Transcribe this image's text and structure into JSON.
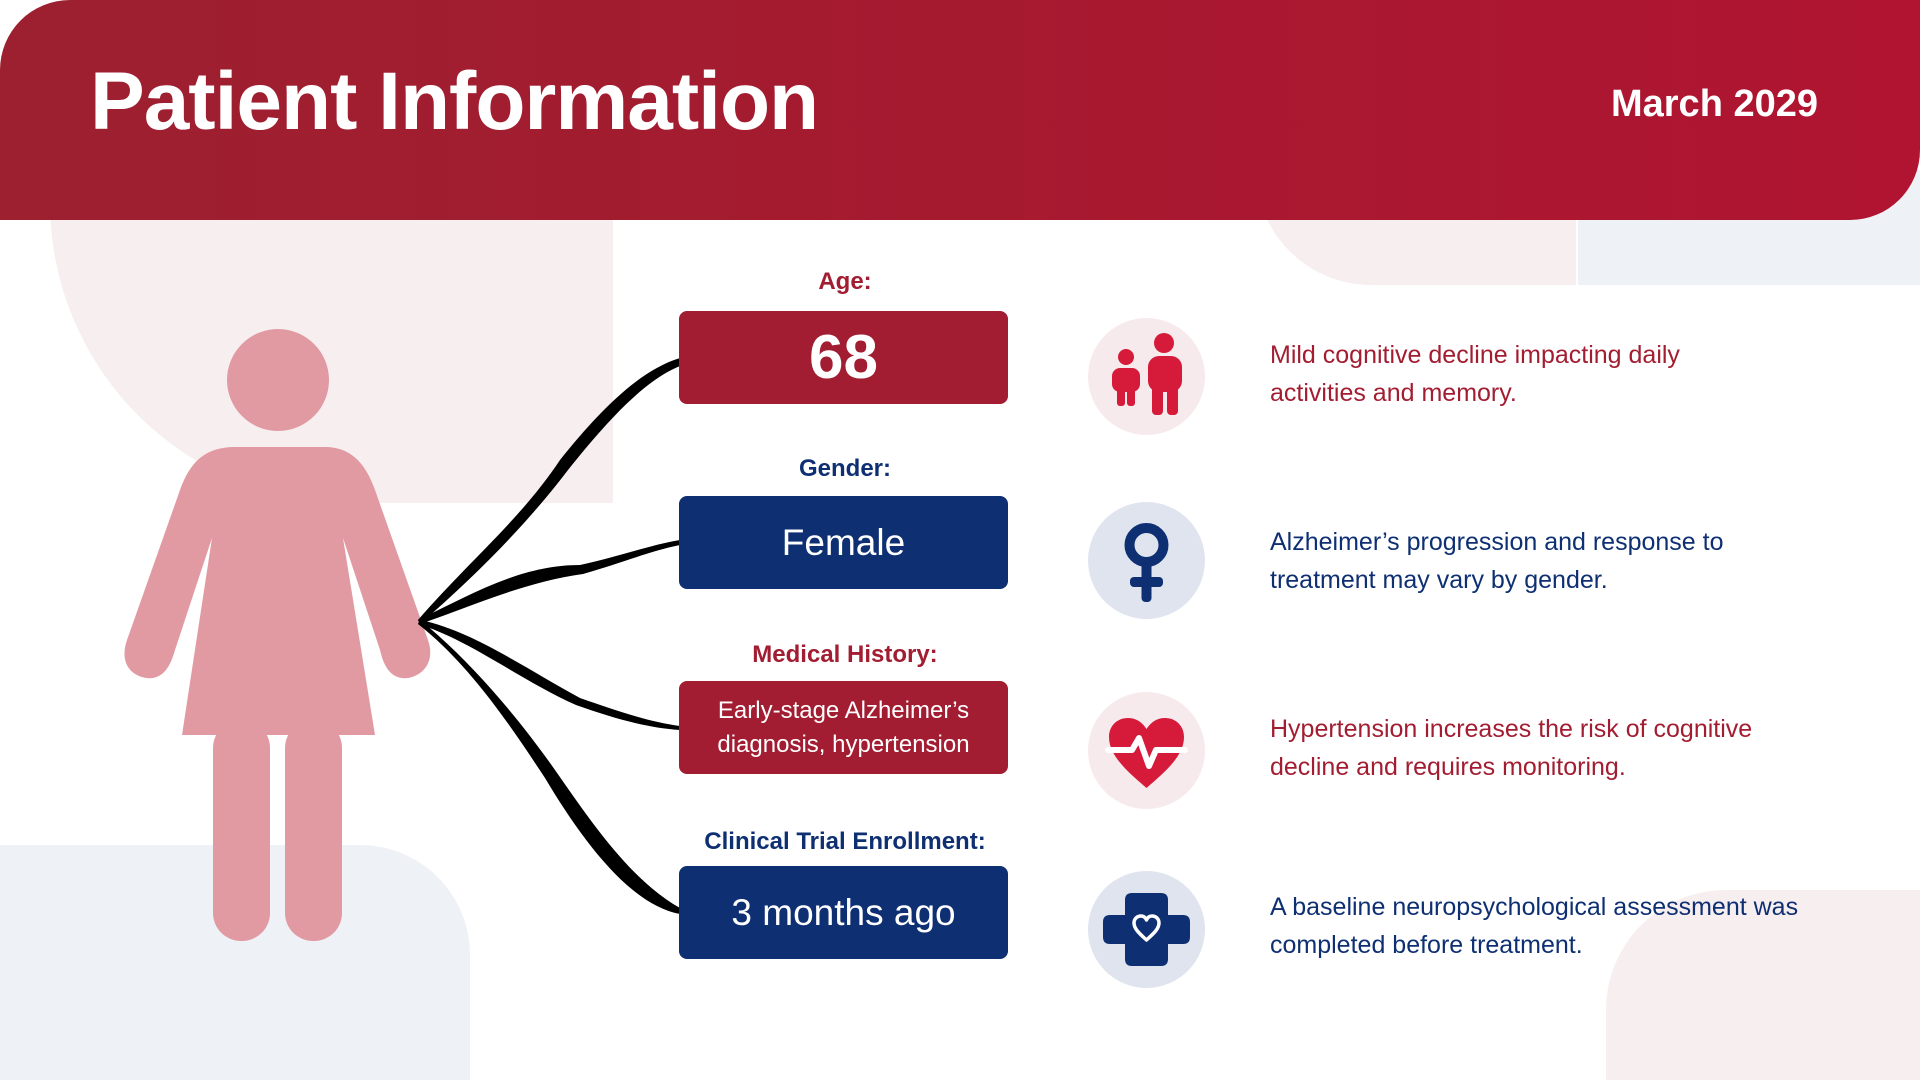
{
  "header": {
    "title": "Patient Information",
    "date": "March 2029"
  },
  "fields": [
    {
      "label": "Age:",
      "value": "68"
    },
    {
      "label": "Gender:",
      "value": "Female"
    },
    {
      "label": "Medical History:",
      "value": "Early-stage Alzheimer’s diagnosis, hypertension"
    },
    {
      "label": "Clinical Trial Enrollment:",
      "value": "3 months ago"
    }
  ],
  "notes": [
    {
      "icon": "family-icon",
      "text": "Mild cognitive decline impacting daily activities and memory."
    },
    {
      "icon": "female-symbol-icon",
      "text": "Alzheimer’s progression and response to treatment may vary by gender."
    },
    {
      "icon": "heartbeat-icon",
      "text": "Hypertension increases the risk of cognitive decline and requires monitoring."
    },
    {
      "icon": "medical-cross-heart-icon",
      "text": "A baseline neuropsychological assessment was completed before treatment."
    }
  ],
  "colors": {
    "red": "#a21d31",
    "navy": "#0e2f72",
    "figure_pink": "#e29aa2",
    "icon_red": "#d61b3a"
  }
}
